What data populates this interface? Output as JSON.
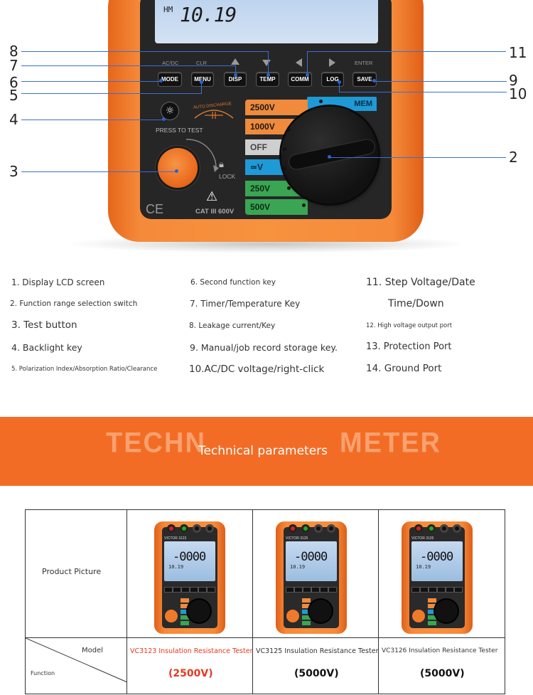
{
  "device": {
    "lcd_mode": "HM",
    "lcd_value": "10.19",
    "keys": [
      {
        "label": "MODE",
        "top_label": "AC/DC",
        "callout": "6"
      },
      {
        "label": "MENU",
        "top_label": "CLR",
        "callout": "5"
      },
      {
        "label": "DISP",
        "top_label": "▲",
        "callout": "7"
      },
      {
        "label": "TEMP",
        "top_label": "▼",
        "callout": "8"
      },
      {
        "label": "COMM",
        "top_label": "◀",
        "callout": "11"
      },
      {
        "label": "LOG",
        "top_label": "▶",
        "callout": "10"
      },
      {
        "label": "SAVE",
        "top_label": "ENTER",
        "callout": "9"
      }
    ],
    "press_to_test": "PRESS TO TEST",
    "auto_discharge": "AUTO DISCHARGE",
    "lock": "LOCK",
    "category": "CAT III 600V",
    "ce_mark": "CE",
    "mem_label": "MEM",
    "ranges": [
      {
        "label": "2500V",
        "color": "#f08a3c",
        "text_color": "#1a1a1a"
      },
      {
        "label": "1000V",
        "color": "#f08a3c",
        "text_color": "#1a1a1a"
      },
      {
        "label": "OFF",
        "color": "#cfcfcf",
        "text_color": "#444444"
      },
      {
        "label": "≃V",
        "color": "#1e9ad6",
        "text_color": "#0b2a44"
      },
      {
        "label": "250V",
        "color": "#3aa654",
        "text_color": "#0e2a14"
      },
      {
        "label": "500V",
        "color": "#3aa654",
        "text_color": "#0e2a14"
      }
    ],
    "callouts": {
      "c1": "8",
      "c2": "7",
      "c3": "6",
      "c4": "5",
      "c5": "4",
      "c6": "3",
      "c7": "11",
      "c8": "9",
      "c9": "10",
      "c10": "2"
    }
  },
  "legend": {
    "col1": [
      "1. Display LCD screen",
      "2. Function range selection switch",
      "3. Test button",
      "4. Backlight key",
      "5. Polarization Index/Absorption Ratio/Clearance"
    ],
    "col2": [
      "6. Second function key",
      "7. Timer/Temperature Key",
      "8. Leakage current/Key",
      "9. Manual/job record storage key.",
      "10.AC/DC voltage/right-click"
    ],
    "col3": [
      "11. Step Voltage/Date",
      "Time/Down",
      "12. High voltage output port",
      "13. Protection Port",
      "14. Ground Port"
    ]
  },
  "banner": {
    "bg_left": "TECHN",
    "bg_right": "METER",
    "title": "Technical parameters",
    "bg_color": "#f36c25"
  },
  "table": {
    "row_header_picture": "Product Picture",
    "model_header": "Model",
    "function_header": "Function",
    "products": [
      {
        "model": "VC3123 Insulation Resistance Tester",
        "voltage": "(2500V)",
        "highlight": true,
        "brand": "VICTOR 3123",
        "lcd": "-0000",
        "lcd_sub": "10.19"
      },
      {
        "model": "VC3125 Insulation Resistance Tester",
        "voltage": "(5000V)",
        "highlight": false,
        "brand": "VICTOR 3125",
        "lcd": "-0000",
        "lcd_sub": "10.19"
      },
      {
        "model": "VC3126 Insulation Resistance Tester",
        "voltage": "(5000V)",
        "highlight": false,
        "brand": "VICTOR 3126",
        "lcd": "-0000",
        "lcd_sub": "10.19"
      }
    ]
  }
}
